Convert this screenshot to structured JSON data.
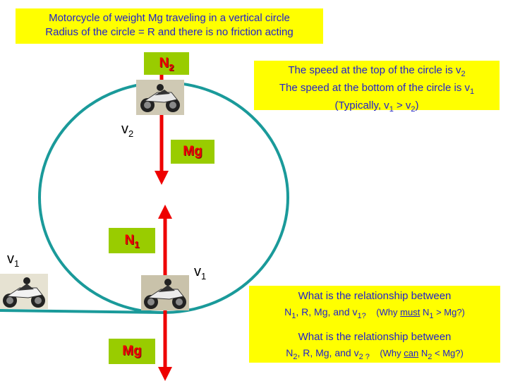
{
  "title_box": {
    "line1": "Motorcycle  of weight Mg traveling in a vertical circle",
    "line2": "Radius of the circle = R and there is no friction acting"
  },
  "speed_box": {
    "line1_text": "The speed at the top of the circle is v",
    "line1_sub": "2",
    "line2_text": "The speed at the bottom of the circle is v",
    "line2_sub": "1",
    "line3_a": "(Typically, v",
    "line3_sub1": "1",
    "line3_b": " > v",
    "line3_sub2": "2",
    "line3_c": ")"
  },
  "labels": {
    "n2_base": "N",
    "n2_sub": "2",
    "n1_base": "N",
    "n1_sub": "1",
    "mg_top": "Mg",
    "mg_bottom": "Mg",
    "v2_base": "v",
    "v2_sub": "2",
    "v1_left_base": "v",
    "v1_left_sub": "1",
    "v1_right_base": "v",
    "v1_right_sub": "1"
  },
  "question_box": {
    "q1_line1": "What is the relationship between",
    "q1_a": "N",
    "q1_sub1": "1",
    "q1_b": ", R, Mg, and v",
    "q1_sub2": "1?",
    "q1_c": "    (Why ",
    "q1_must": "must",
    "q1_d": " N",
    "q1_sub3": "1",
    "q1_e": " > Mg?)",
    "q2_line1": "What is the relationship between",
    "q2_a": "N",
    "q2_sub1": "2",
    "q2_b": ", R, Mg, and v",
    "q2_sub2": "2 ?",
    "q2_c": "    (Why ",
    "q2_can": "can",
    "q2_d": " N",
    "q2_sub3": "2",
    "q2_e": " < Mg?)"
  },
  "colors": {
    "circle": "#1a9a9a",
    "arrow": "#ee0000",
    "yellow_box": "#ffff00",
    "green_box": "#99cc00",
    "box_text": "#2222cc"
  },
  "icons": [
    "motorcycle-icon",
    "arrow-icon"
  ]
}
